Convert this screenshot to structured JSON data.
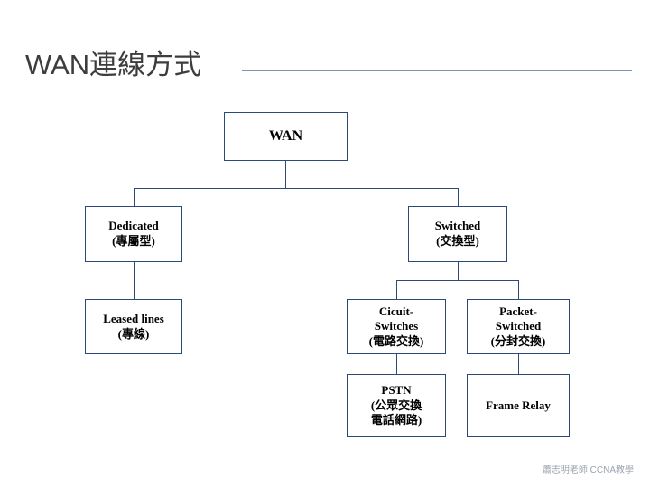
{
  "slide": {
    "title": "WAN連線方式",
    "footer": "蕭志明老師 CCNA教學",
    "accent_color": "#2b4a78",
    "rule_color": "#7a95b5",
    "title_color": "#3d3d3d"
  },
  "diagram": {
    "type": "tree",
    "nodes": [
      {
        "id": "wan",
        "line1": "WAN",
        "line2": "",
        "line3": ""
      },
      {
        "id": "dedicated",
        "line1": "Dedicated",
        "line2": "(專屬型)",
        "line3": ""
      },
      {
        "id": "switched",
        "line1": "Switched",
        "line2": "(交換型)",
        "line3": ""
      },
      {
        "id": "leased",
        "line1": "Leased lines",
        "line2": "(專線)",
        "line3": ""
      },
      {
        "id": "circuit",
        "line1": "Cicuit-",
        "line2": "Switches",
        "line3": "(電路交換)"
      },
      {
        "id": "packet",
        "line1": "Packet-",
        "line2": "Switched",
        "line3": "(分封交換)"
      },
      {
        "id": "pstn",
        "line1": "PSTN",
        "line2": "(公眾交換",
        "line3": "電話網路)"
      },
      {
        "id": "frame",
        "line1": "Frame Relay",
        "line2": "",
        "line3": ""
      }
    ]
  }
}
